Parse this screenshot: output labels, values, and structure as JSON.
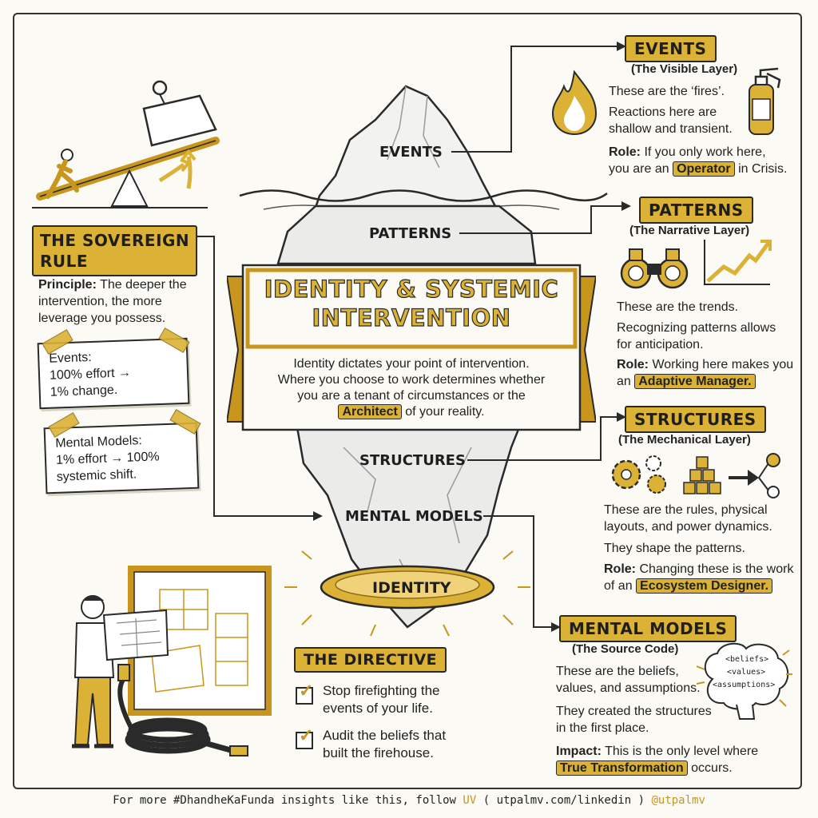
{
  "title": {
    "line1": "IDENTITY & SYSTEMIC",
    "line2": "INTERVENTION"
  },
  "intro": {
    "line1": "Identity dictates your point of intervention.",
    "line2": "Where you choose to work determines whether",
    "line3": "you are a tenant of circumstances or the",
    "highlight": "Architect",
    "line4_rest": "of your reality."
  },
  "iceberg": {
    "events": "EVENTS",
    "patterns": "PATTERNS",
    "structures": "STRUCTURES",
    "mental_models": "MENTAL MODELS",
    "identity": "IDENTITY"
  },
  "events": {
    "header": "EVENTS",
    "sub": "(The Visible Layer)",
    "line1": "These are the ‘fires’.",
    "line2a": "Reactions here are",
    "line2b": "shallow and transient.",
    "role_label": "Role:",
    "role_a": "If you only work here,",
    "role_b_pre": "you are an",
    "role_hl": "Operator",
    "role_b_post": "in Crisis."
  },
  "patterns": {
    "header": "PATTERNS",
    "sub": "(The Narrative Layer)",
    "line1": "These are the trends.",
    "line2a": "Recognizing patterns allows",
    "line2b": "for anticipation.",
    "role_label": "Role:",
    "role_a": "Working here makes you",
    "role_b_pre": "an",
    "role_hl": "Adaptive Manager."
  },
  "structures": {
    "header": "STRUCTURES",
    "sub": "(The Mechanical Layer)",
    "line1a": "These are the rules, physical",
    "line1b": "layouts, and power dynamics.",
    "line2": "They shape the patterns.",
    "role_label": "Role:",
    "role_a": "Changing these is the work",
    "role_b_pre": "of an",
    "role_hl": "Ecosystem Designer."
  },
  "mental_models": {
    "header": "MENTAL MODELS",
    "sub": "(The Source Code)",
    "line1a": "These are the beliefs,",
    "line1b": "values, and assumptions.",
    "line2a": "They created the structures",
    "line2b": "in the first place.",
    "impact_label": "Impact:",
    "impact_a": "This is the only level where",
    "impact_hl": "True Transformation",
    "impact_post": "occurs.",
    "brain_tags": [
      "<beliefs>",
      "<values>",
      "<assumptions>"
    ]
  },
  "sovereign": {
    "header_line1": "THE SOVEREIGN",
    "header_line2": "RULE",
    "principle_label": "Principle:",
    "principle_a": "The deeper the",
    "principle_b": "intervention, the more",
    "principle_c": "leverage you possess.",
    "note1_label": "Events:",
    "note1_a": "100% effort →",
    "note1_b": "1% change.",
    "note2_label": "Mental Models:",
    "note2_a": "1% effort → 100%",
    "note2_b": "systemic shift."
  },
  "directive": {
    "header": "THE DIRECTIVE",
    "item1a": "Stop firefighting the",
    "item1b": "events of your life.",
    "item2a": "Audit the beliefs that",
    "item2b": "built the firehouse."
  },
  "footer": {
    "pre": "For more #DhandheKaFunda insights like this, follow",
    "uv": "UV",
    "mid": "( utpalmv.com/linkedin )",
    "handle": "@utpalmv"
  },
  "colors": {
    "gold": "#dcb236",
    "ink": "#1e1e1e",
    "paper": "#fbfaf5"
  }
}
